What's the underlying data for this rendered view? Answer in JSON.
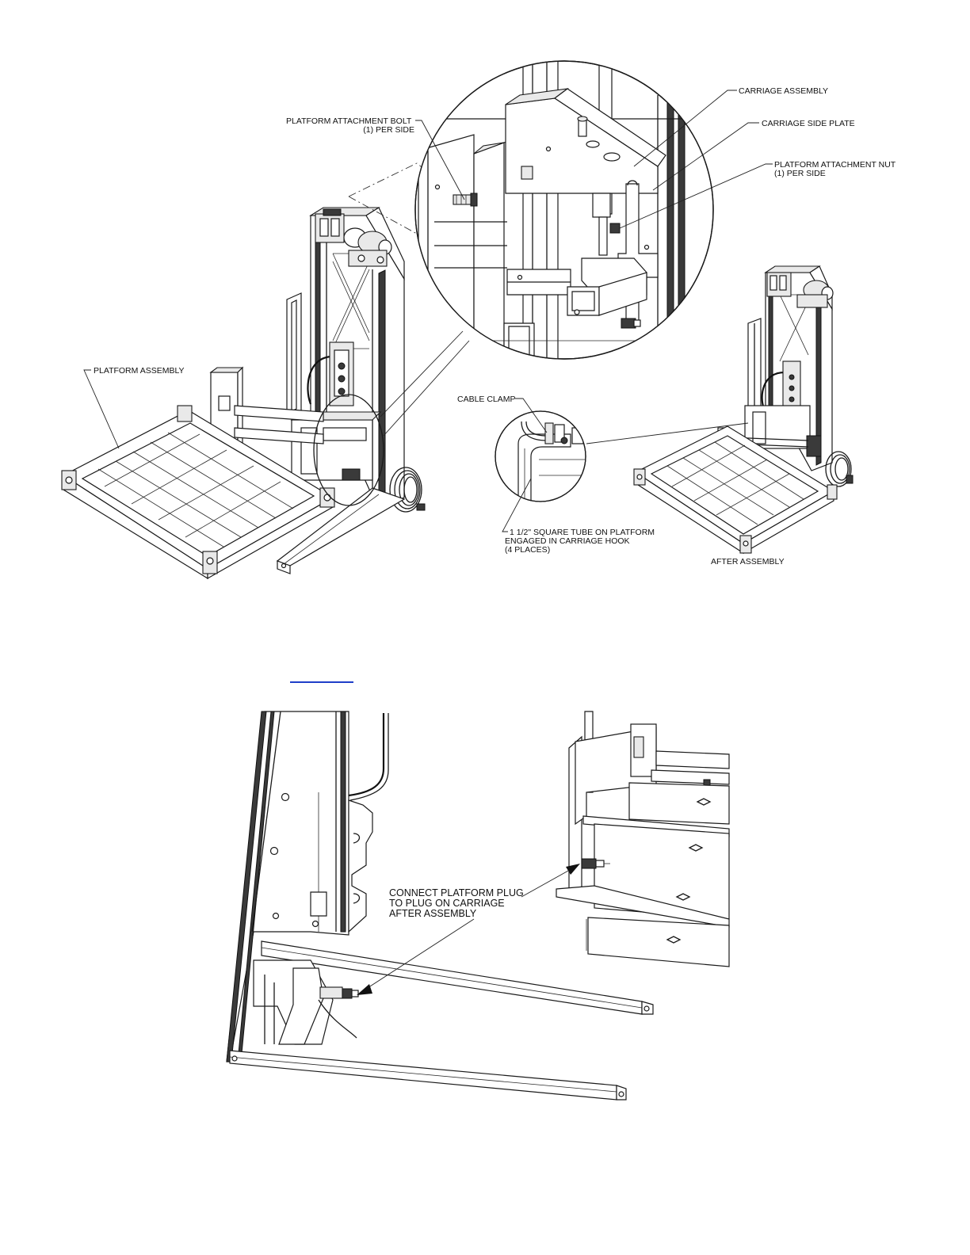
{
  "figure1": {
    "labels": {
      "platform_attachment_bolt": "PLATFORM ATTACHMENT BOLT",
      "platform_attachment_bolt_qty": "(1) PER SIDE",
      "carriage_assembly": "CARRIAGE ASSEMBLY",
      "carriage_side_plate": "CARRIAGE SIDE PLATE",
      "platform_attachment_nut": "PLATFORM ATTACHMENT NUT",
      "platform_attachment_nut_qty": "(1) PER SIDE",
      "platform_assembly": "PLATFORM ASSEMBLY",
      "cable_clamp": "CABLE CLAMP",
      "square_tube_line1": "1 1/2\" SQUARE TUBE ON PLATFORM",
      "square_tube_line2": "ENGAGED IN CARRIAGE HOOK",
      "square_tube_line3": "(4 PLACES)",
      "after_assembly": "AFTER ASSEMBLY"
    }
  },
  "figure2": {
    "labels": {
      "connect_line1": "CONNECT PLATFORM PLUG",
      "connect_line2": "TO PLUG ON CARRIAGE",
      "connect_line3": "AFTER ASSEMBLY"
    }
  },
  "colors": {
    "ink": "#111111",
    "link": "#1f3fc9"
  }
}
